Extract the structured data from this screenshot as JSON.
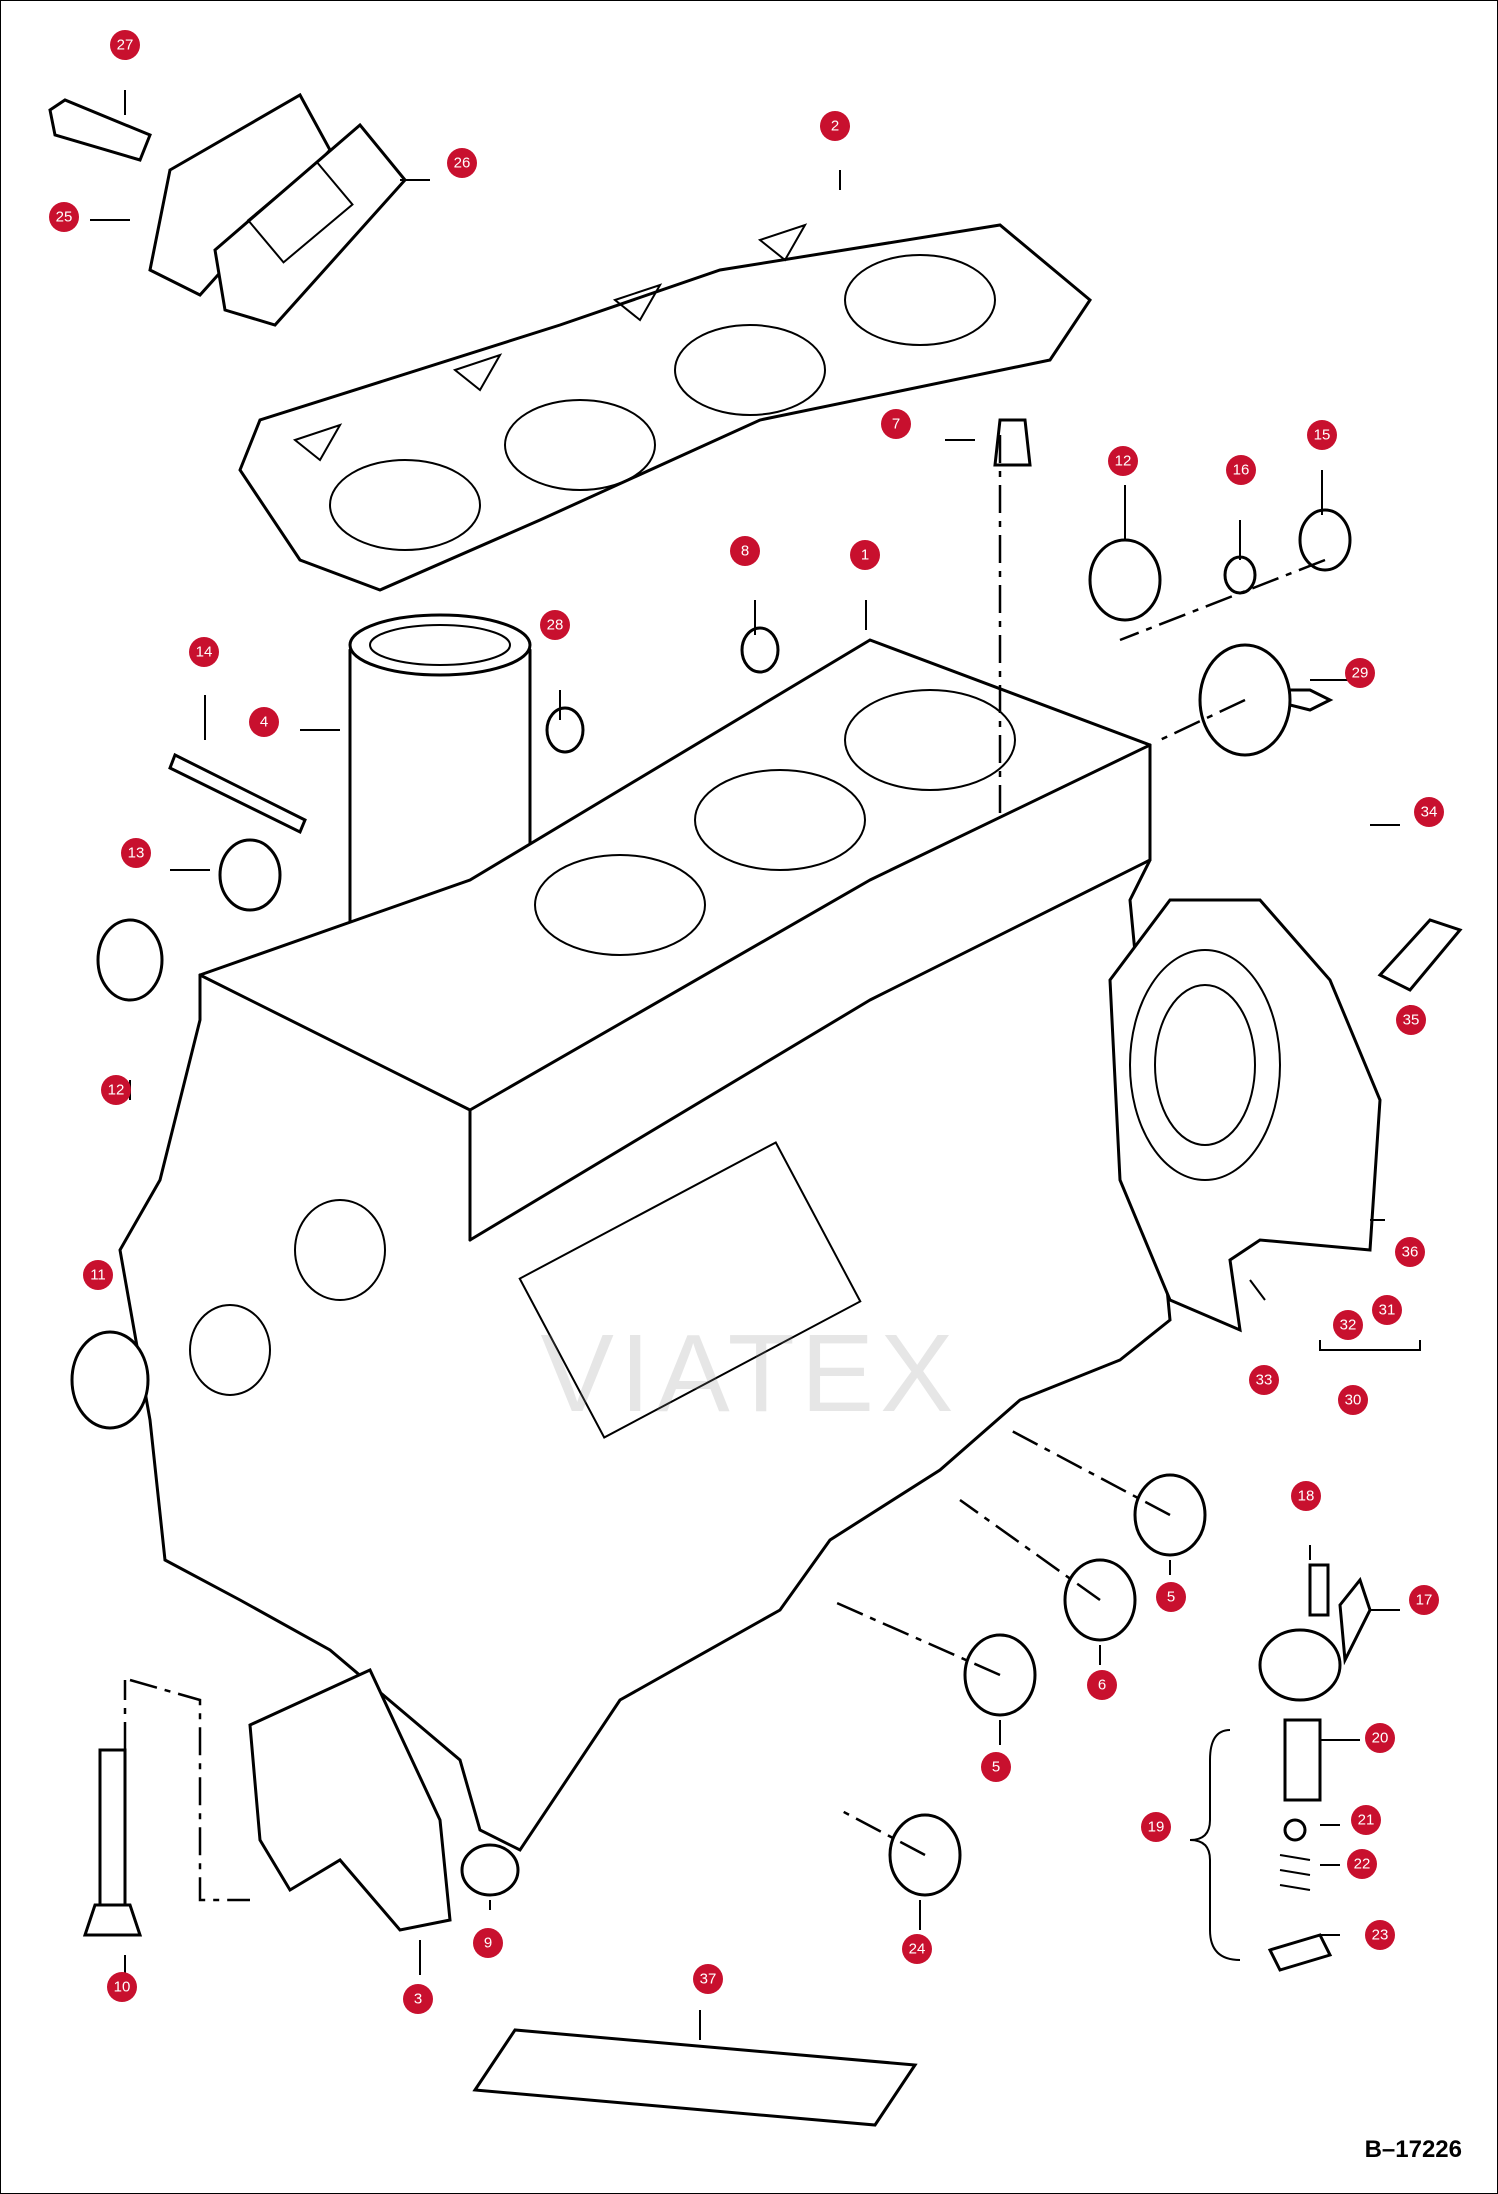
{
  "drawing_id": "B–17226",
  "watermark": "VIATEX",
  "colors": {
    "badge": "#c8102e",
    "line": "#000000",
    "watermark": "#e8a3a3"
  },
  "callouts": [
    {
      "id": "27",
      "label": "27"
    },
    {
      "id": "26",
      "label": "26"
    },
    {
      "id": "25",
      "label": "25"
    },
    {
      "id": "2",
      "label": "2"
    },
    {
      "id": "7",
      "label": "7"
    },
    {
      "id": "12a",
      "label": "12"
    },
    {
      "id": "16",
      "label": "16"
    },
    {
      "id": "15",
      "label": "15"
    },
    {
      "id": "8",
      "label": "8"
    },
    {
      "id": "1",
      "label": "1"
    },
    {
      "id": "28",
      "label": "28"
    },
    {
      "id": "14",
      "label": "14"
    },
    {
      "id": "4",
      "label": "4"
    },
    {
      "id": "29",
      "label": "29"
    },
    {
      "id": "13",
      "label": "13"
    },
    {
      "id": "34",
      "label": "34"
    },
    {
      "id": "12b",
      "label": "12"
    },
    {
      "id": "35",
      "label": "35"
    },
    {
      "id": "36",
      "label": "36"
    },
    {
      "id": "11",
      "label": "11"
    },
    {
      "id": "31",
      "label": "31"
    },
    {
      "id": "32",
      "label": "32"
    },
    {
      "id": "33",
      "label": "33"
    },
    {
      "id": "30",
      "label": "30"
    },
    {
      "id": "18",
      "label": "18"
    },
    {
      "id": "5a",
      "label": "5"
    },
    {
      "id": "17",
      "label": "17"
    },
    {
      "id": "6",
      "label": "6"
    },
    {
      "id": "20",
      "label": "20"
    },
    {
      "id": "5b",
      "label": "5"
    },
    {
      "id": "19",
      "label": "19"
    },
    {
      "id": "21",
      "label": "21"
    },
    {
      "id": "22",
      "label": "22"
    },
    {
      "id": "23",
      "label": "23"
    },
    {
      "id": "9",
      "label": "9"
    },
    {
      "id": "24",
      "label": "24"
    },
    {
      "id": "10",
      "label": "10"
    },
    {
      "id": "3",
      "label": "3"
    },
    {
      "id": "37",
      "label": "37"
    }
  ]
}
